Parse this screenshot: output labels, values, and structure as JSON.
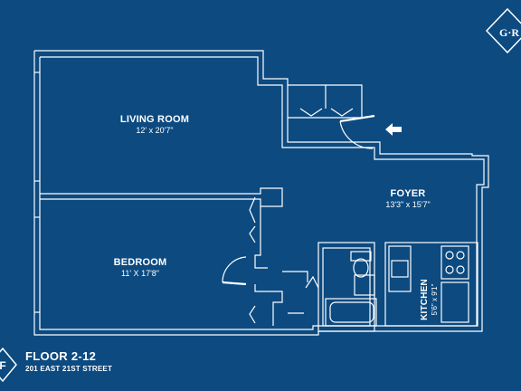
{
  "brand": {
    "logo_text": "G·R",
    "badge_letter": "F"
  },
  "rooms": {
    "living_room": {
      "name": "LIVING ROOM",
      "dims": "12' x 20'7\""
    },
    "bedroom": {
      "name": "BEDROOM",
      "dims": "11' X 17'8\""
    },
    "foyer": {
      "name": "FOYER",
      "dims": "13'3\" x 15'7\""
    },
    "kitchen": {
      "name": "KITCHEN",
      "dims": "5'6\" x 9'1\""
    }
  },
  "footer": {
    "title": "FLOOR 2-12",
    "address": "201 EAST 21ST STREET"
  },
  "colors": {
    "background": "#0c4a80",
    "lines": "#ffffff"
  },
  "icons": [
    "entry-arrow-icon",
    "logo-badge-icon",
    "floor-badge-icon"
  ]
}
